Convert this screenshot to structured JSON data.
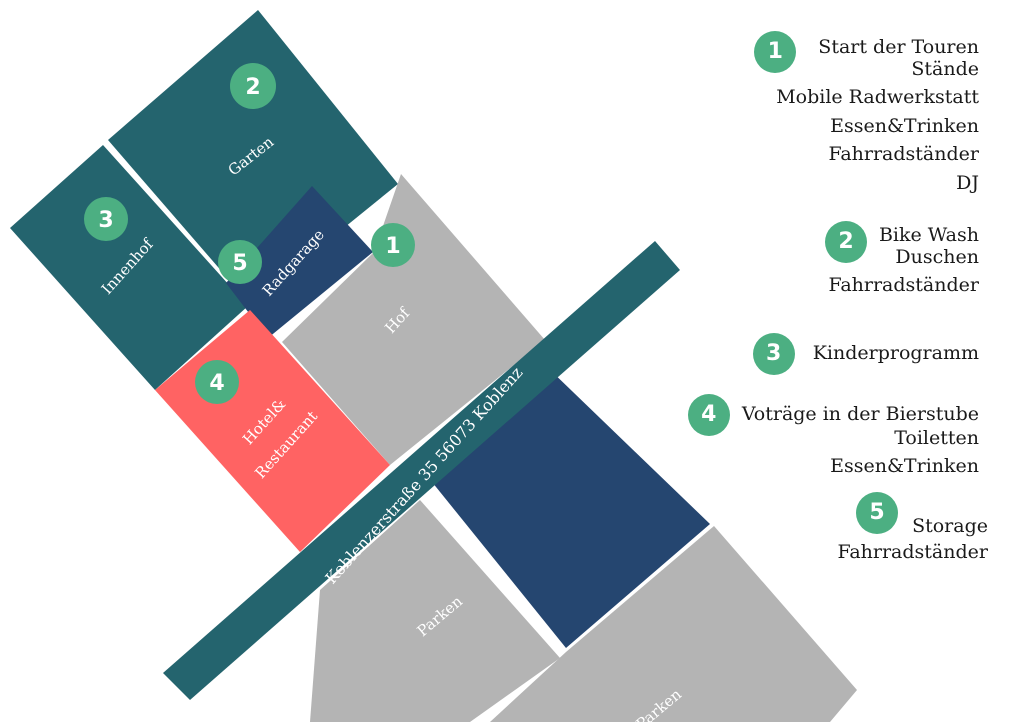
{
  "colors": {
    "teal": "#24646e",
    "navy": "#254670",
    "grey": "#b4b4b4",
    "coral": "#ff6363",
    "badge_green": "#4caf82"
  },
  "map": {
    "zones": {
      "garten": "Garten",
      "innenhof": "Innenhof",
      "radgarage": "Radgarage",
      "hof": "Hof",
      "hotel_line1": "Hotel&",
      "hotel_line2": "Restaurant",
      "parken1": "Parken",
      "parken2": "Parken"
    },
    "street": "Koblenzerstraße 35 56073 Koblenz",
    "badges": [
      "1",
      "2",
      "3",
      "4",
      "5"
    ]
  },
  "legend": [
    {
      "number": "1",
      "items": [
        "Start der Touren",
        "Stände",
        "Mobile Radwerkstatt",
        "Essen&Trinken",
        "Fahrradständer",
        "DJ"
      ]
    },
    {
      "number": "2",
      "items": [
        "Bike Wash",
        "Duschen",
        "Fahrradständer"
      ]
    },
    {
      "number": "3",
      "items": [
        "Kinderprogramm"
      ]
    },
    {
      "number": "4",
      "items": [
        "Voträge in der Bierstube",
        "Toiletten",
        "Essen&Trinken"
      ]
    },
    {
      "number": "5",
      "items": [
        "Storage",
        "Fahrradständer"
      ]
    }
  ]
}
